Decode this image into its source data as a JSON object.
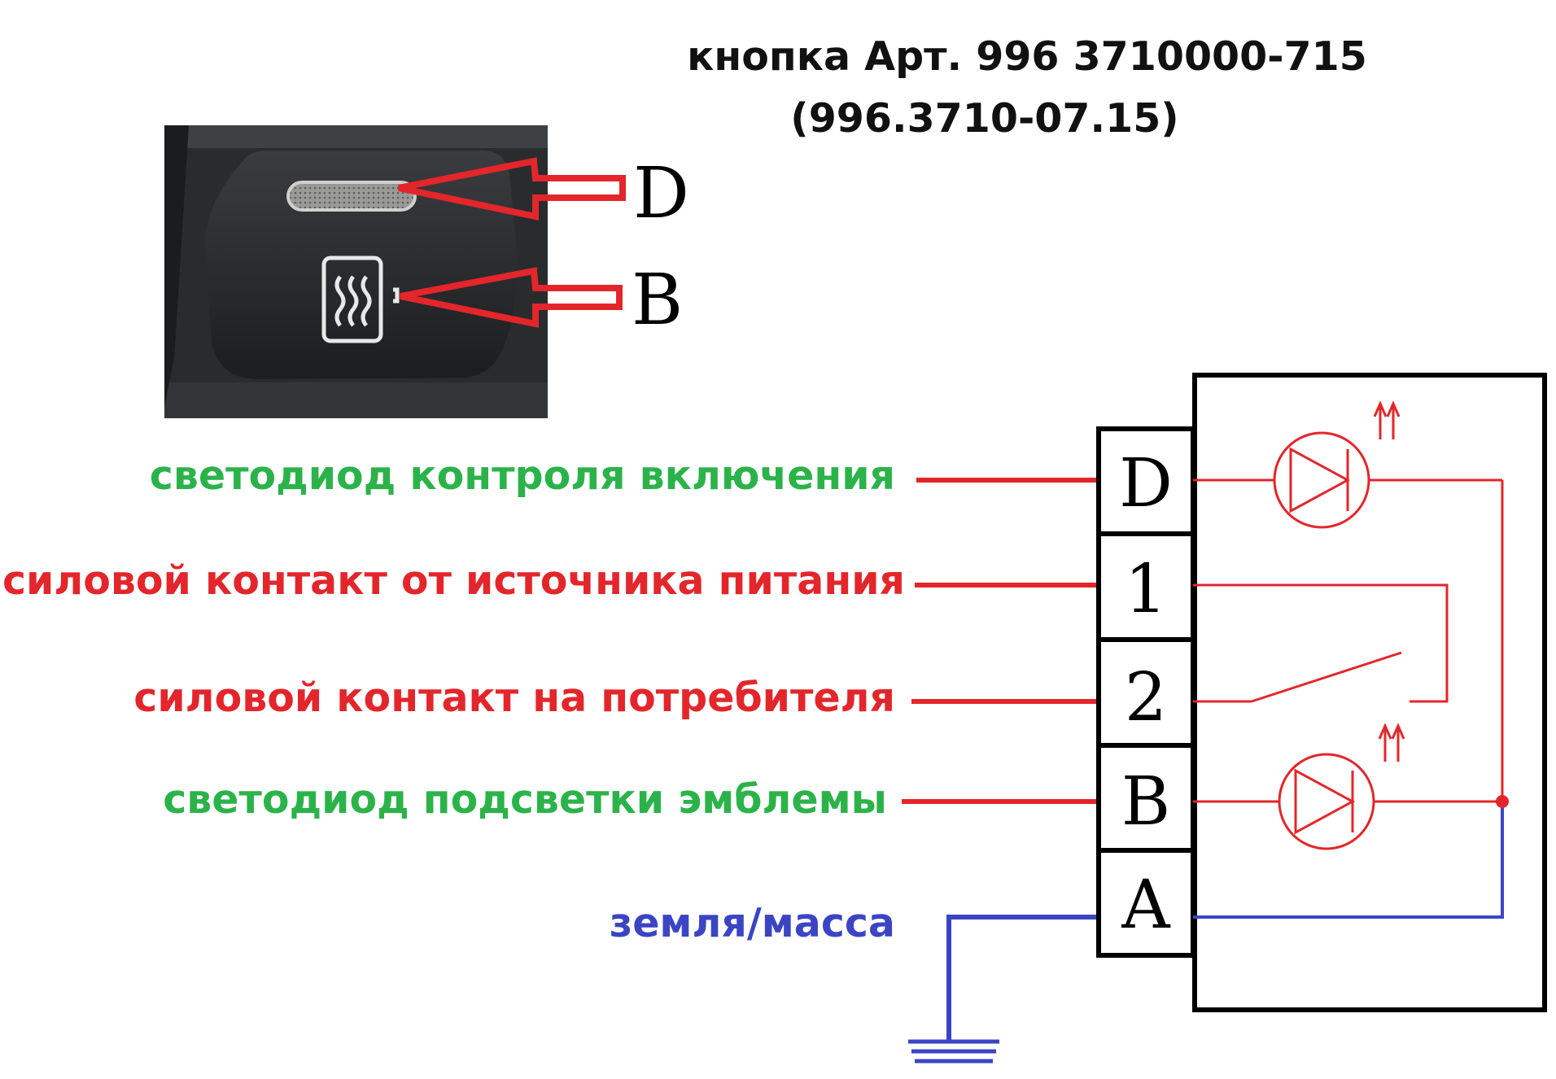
{
  "title": {
    "line1": "кнопка Арт. 996 3710000-715",
    "line2": "(996.3710-07.15)"
  },
  "photo": {
    "callouts": [
      "D",
      "B"
    ],
    "icon": "rear-window-heater-icon"
  },
  "labels": [
    {
      "pin": "D",
      "text": "светодиод контроля включения",
      "color": "#2bb34a"
    },
    {
      "pin": "1",
      "text": "силовой контакт от источника питания",
      "color": "#e3262b"
    },
    {
      "pin": "2",
      "text": "силовой контакт на потребителя",
      "color": "#e3262b"
    },
    {
      "pin": "B",
      "text": "светодиод подсветки эмблемы",
      "color": "#2bb34a"
    },
    {
      "pin": "A",
      "text": "земля/масса",
      "color": "#3b45c4"
    }
  ],
  "pins": [
    "D",
    "1",
    "2",
    "B",
    "A"
  ],
  "colors": {
    "wire_red": "#e3262b",
    "wire_blue": "#3b45c4",
    "outline": "#000000"
  }
}
